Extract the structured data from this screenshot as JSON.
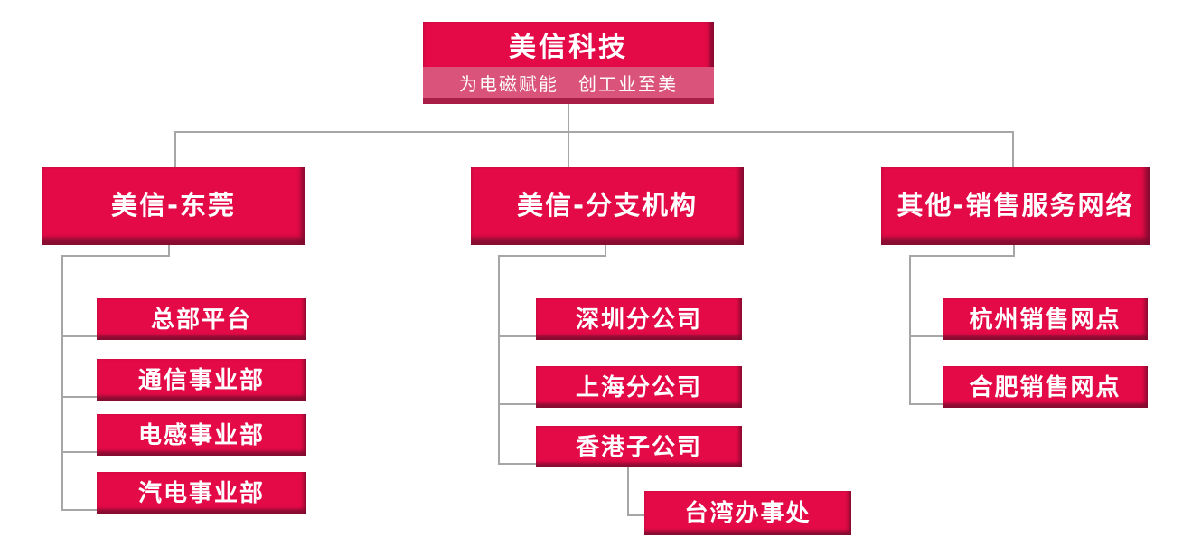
{
  "root": {
    "name": "美信科技",
    "tagline": "为电磁赋能　创工业至美"
  },
  "branches": [
    {
      "label": "美信-东莞",
      "children": [
        "总部平台",
        "通信事业部",
        "电感事业部",
        "汽电事业部"
      ]
    },
    {
      "label": "美信-分支机构",
      "children": [
        "深圳分公司",
        "上海分公司",
        "香港子公司"
      ],
      "sub_office": "台湾办事处"
    },
    {
      "label": "其他-销售服务网络",
      "children": [
        "杭州销售网点",
        "合肥销售网点"
      ]
    }
  ],
  "colors": {
    "node_fill": "#e40a47",
    "node_edge_dark": "#8f1a3e",
    "tagline_band": "#d9537a",
    "tagline_band_edge": "#a91d49",
    "connector": "#a6a6a6",
    "text": "#ffffff",
    "background": "#ffffff"
  }
}
